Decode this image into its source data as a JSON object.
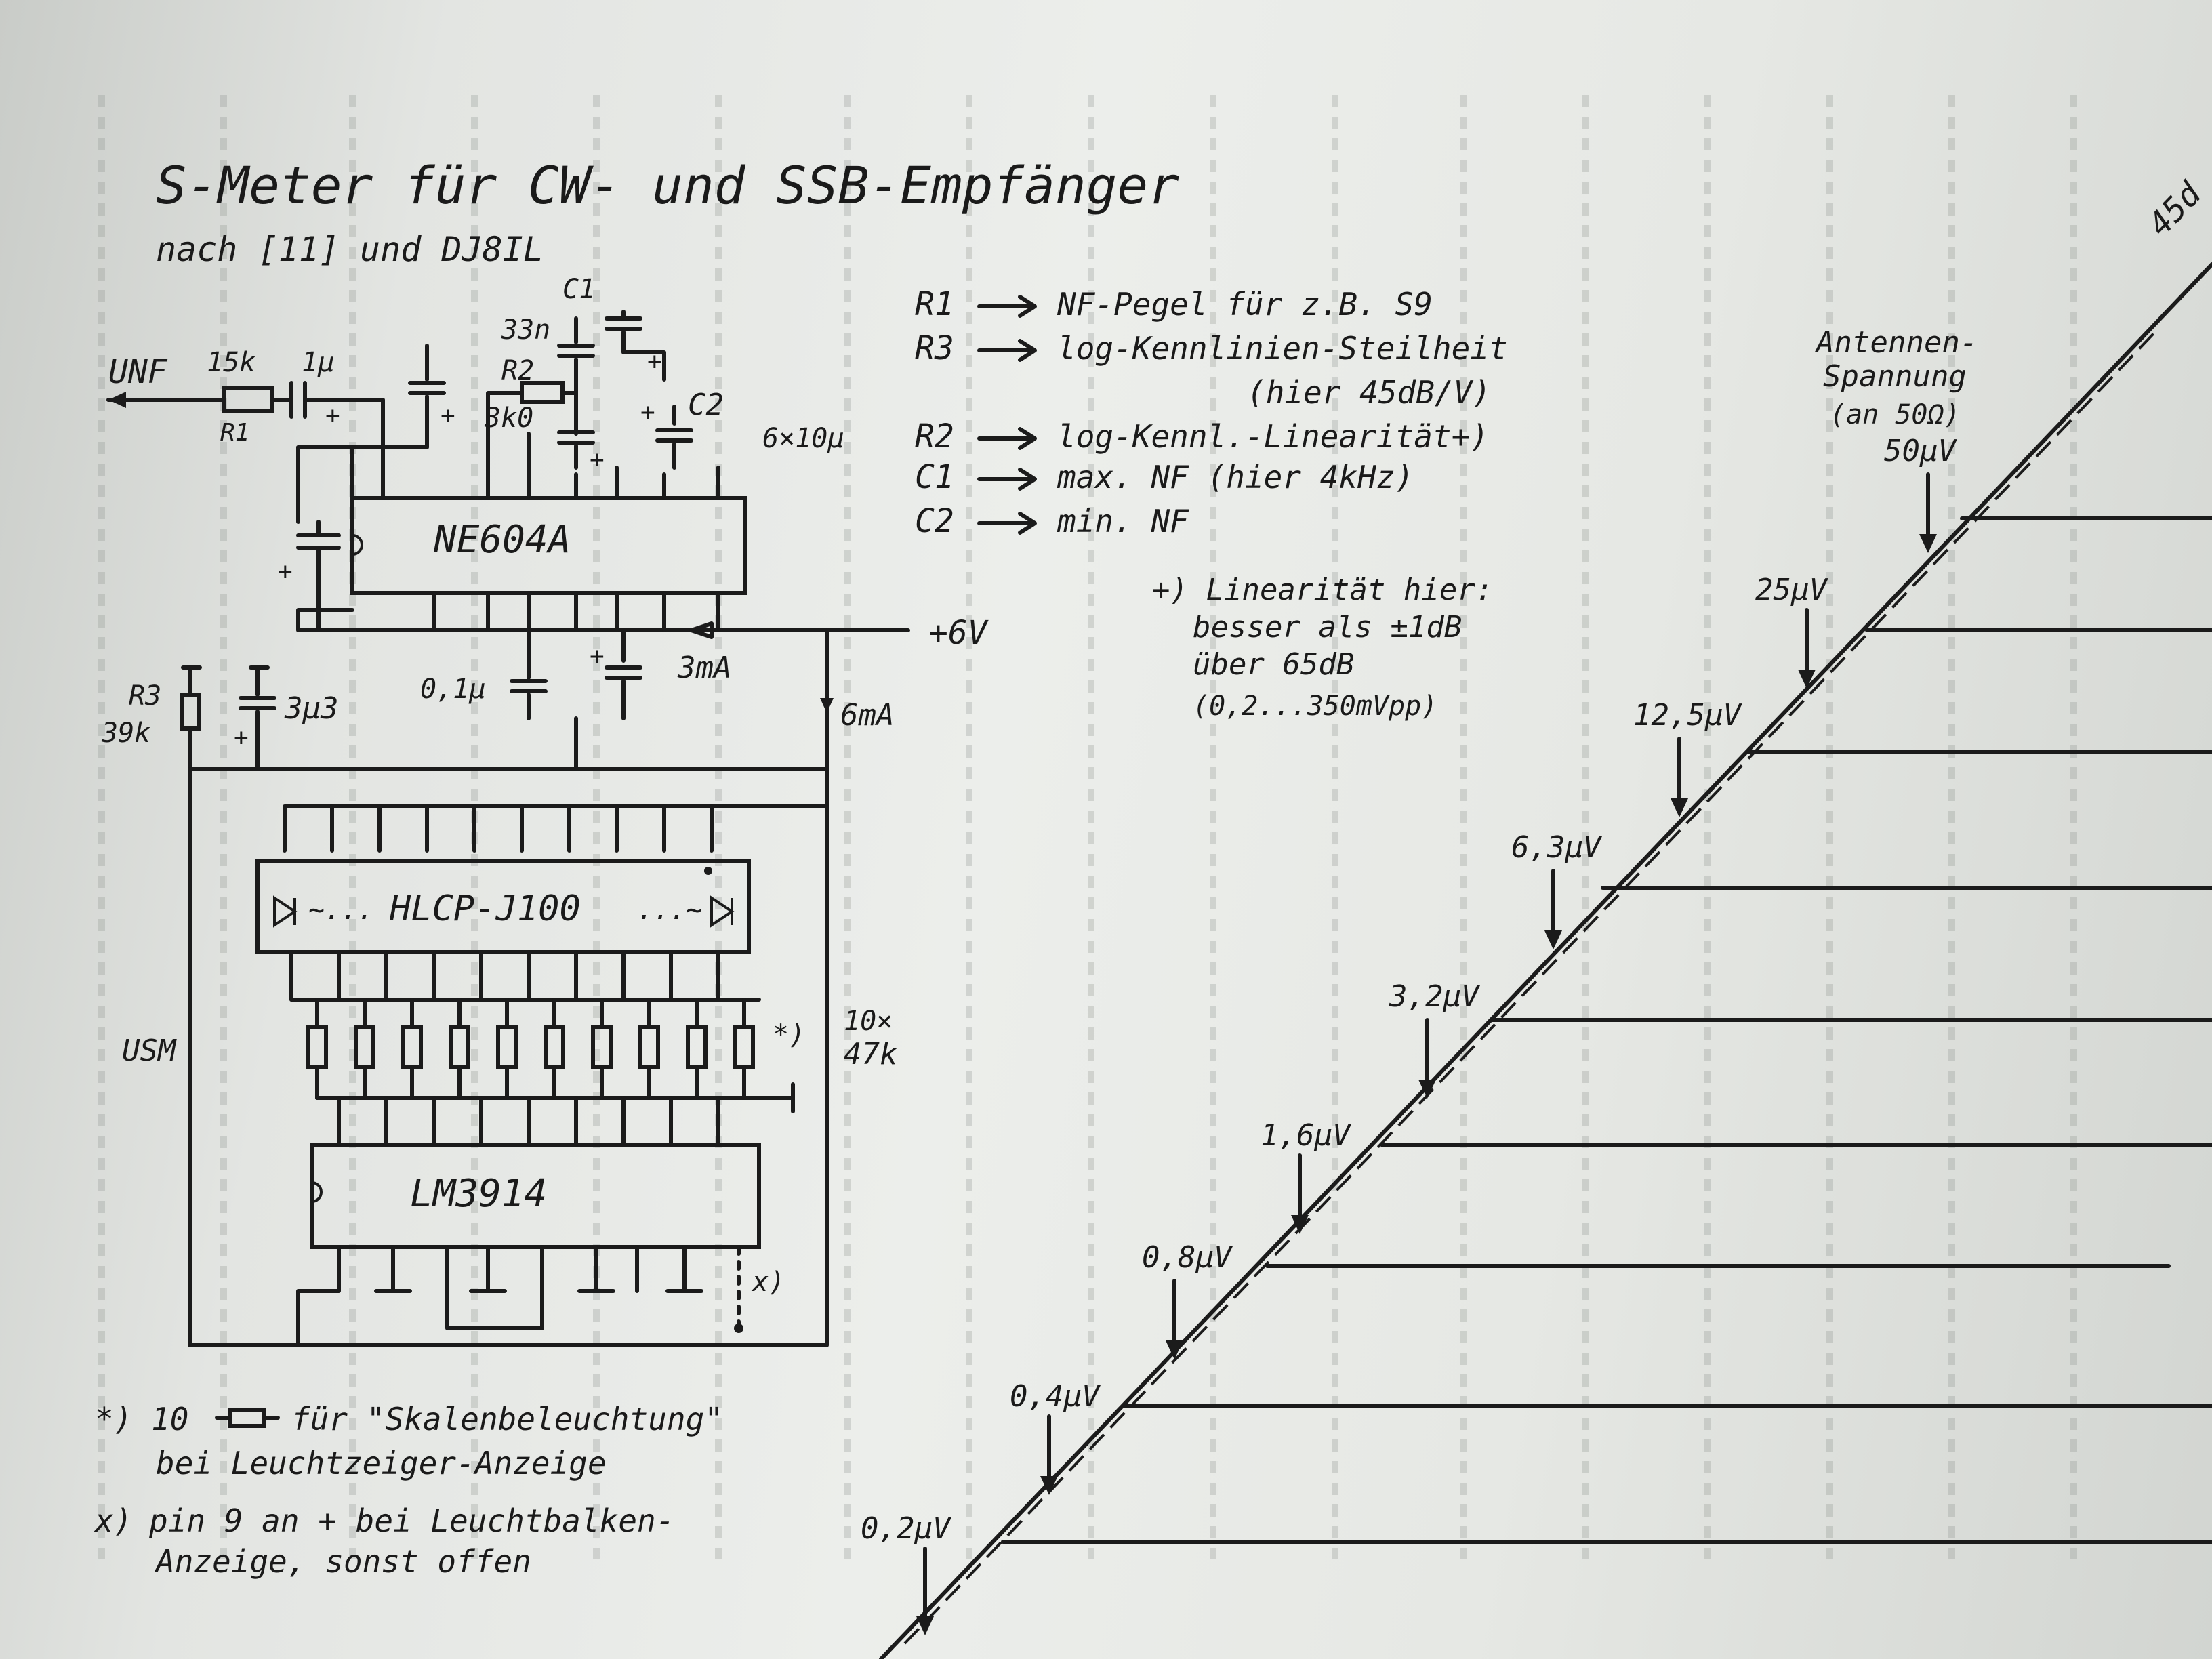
{
  "title": "S-Meter für CW- und SSB-Empfänger",
  "subtitle": "nach [11] und DJ8IL",
  "schematic": {
    "input_label": "UNF",
    "r1": {
      "value": "15k",
      "name": "R1"
    },
    "c_in": "1µ",
    "r2": {
      "name": "R2",
      "value": "3k0"
    },
    "c1": {
      "name": "C1",
      "value": "33n"
    },
    "c2": {
      "name": "C2"
    },
    "cap_array": "6×10µ",
    "ic1": "NE604A",
    "supply": "+6V",
    "current_ic1": "3mA",
    "current_total": "6mA",
    "c_bypass": "0,1µ",
    "r3": {
      "name": "R3",
      "value": "39k"
    },
    "c_r3": "3µ3",
    "display": "HLCP-J100",
    "resistor_array": {
      "count": "10×",
      "value": "47k",
      "marker": "*)"
    },
    "usm_label": "USM",
    "ic2": "LM3914",
    "pin_marker": "x)"
  },
  "notes": [
    {
      "lhs": "R1",
      "rhs": "NF-Pegel für z.B. S9"
    },
    {
      "lhs": "R3",
      "rhs": "log-Kennlinien-Steilheit",
      "rhs2": "(hier 45dB/V)"
    },
    {
      "lhs": "R2",
      "rhs": "log-Kennl.-Linearität+)"
    },
    {
      "lhs": "C1",
      "rhs": "max. NF (hier 4kHz)"
    },
    {
      "lhs": "C2",
      "rhs": "min. NF"
    }
  ],
  "linearity_note": [
    "+) Linearität hier:",
    "besser als ±1dB",
    "über 65dB",
    "(0,2...350mVpp)"
  ],
  "footnotes": [
    {
      "mark": "*) 10",
      "text": "für \"Skalenbeleuchtung\"",
      "text2": "bei Leuchtzeiger-Anzeige"
    },
    {
      "mark": "x)",
      "text": "pin 9 an + bei Leuchtbalken-",
      "text2": "Anzeige, sonst offen"
    }
  ],
  "graph": {
    "heading": [
      "Antennen-",
      "Spannung",
      "(an 50Ω)"
    ],
    "slope_label": "45d",
    "levels": [
      "0,2µV",
      "0,4µV",
      "0,8µV",
      "1,6µV",
      "3,2µV",
      "6,3µV",
      "12,5µV",
      "25µV",
      "50µV"
    ]
  }
}
